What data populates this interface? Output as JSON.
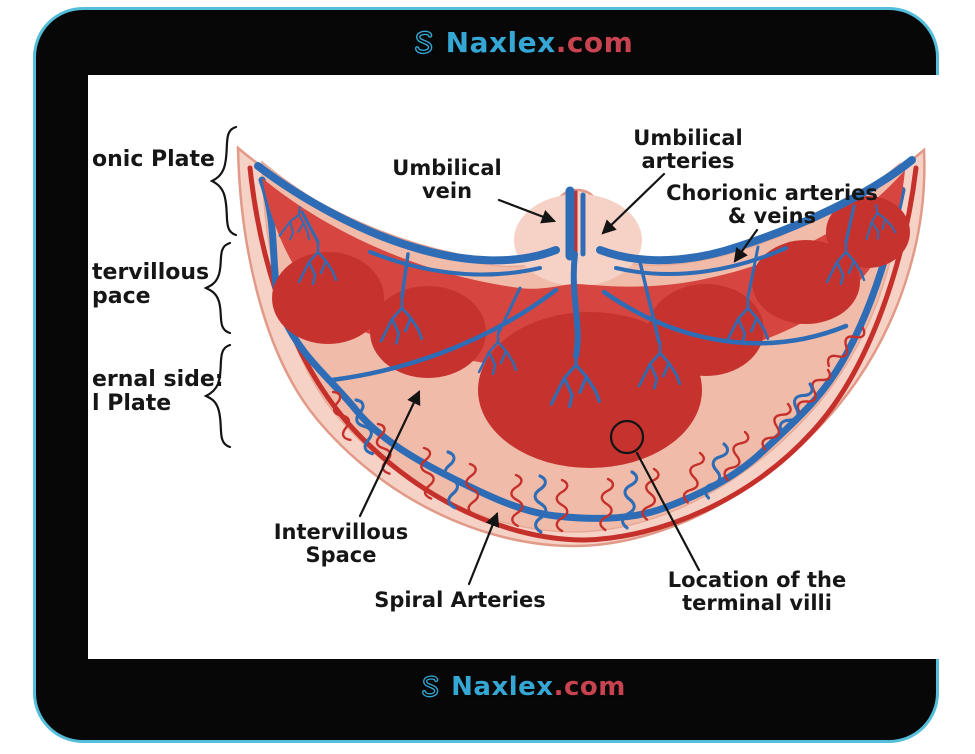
{
  "brand": {
    "name": "Naxlex",
    "tld": ".com"
  },
  "labels": {
    "chorionic_plate": "onic Plate",
    "intervillous_left_1": "tervillous",
    "intervillous_left_2": "pace",
    "maternal_1": "ernal side:",
    "maternal_2": "l Plate",
    "umbilical_vein_1": "Umbilical",
    "umbilical_vein_2": "vein",
    "umbilical_arteries_1": "Umbilical",
    "umbilical_arteries_2": "arteries",
    "chorionic_arteries_1": "Chorionic arteries",
    "chorionic_arteries_2": "& veins",
    "intervillous_space_1": "Intervillous",
    "intervillous_space_2": "Space",
    "spiral_arteries": "Spiral Arteries",
    "terminal_villi_1": "Location of the",
    "terminal_villi_2": "terminal villi"
  },
  "colors": {
    "frame_border": "#54bdda",
    "frame_bg": "#070707",
    "brand_teal": "#35a7d4",
    "brand_red": "#c84350",
    "placenta_outer": "#f6d1c6",
    "placenta_inner": "#f1bba9",
    "placenta_mass": "#d6453f",
    "placenta_lobe": "#c6332f",
    "vessel_blue": "#2e6db5",
    "vessel_red": "#c5302b"
  }
}
